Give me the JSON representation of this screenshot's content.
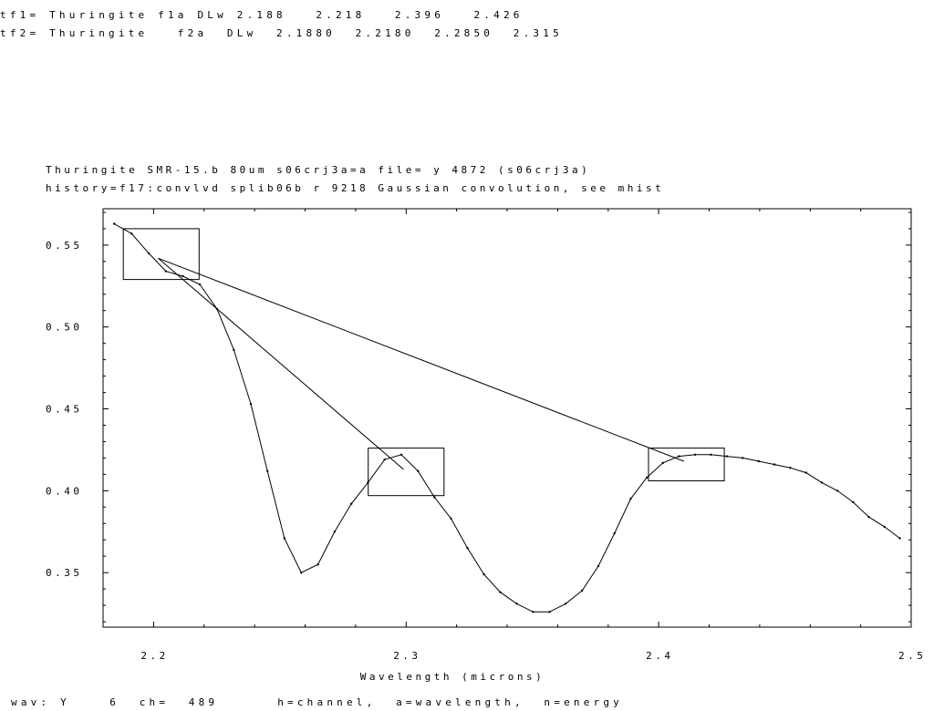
{
  "header": {
    "tf1": "tf1= Thuringite f1a DLw 2.188   2.218   2.396   2.426",
    "tf2": "tf2= Thuringite   f2a  DLw  2.1880  2.2180  2.2850  2.315"
  },
  "title_lines": [
    "Thuringite SMR-15.b 80um s06crj3a=a        file= y    4872 (s06crj3a)",
    "history=f17:convlvd splib06b r  9218 Gaussian convolution, see mhist"
  ],
  "status_line": "wav: Y    6  ch=  489      h=channel,  a=wavelength,  n=energy",
  "chart_data": {
    "type": "line",
    "title": "Thuringite SMR-15.b 80um s06crj3a=a        file= y    4872 (s06crj3a)",
    "subtitle": "history=f17:convlvd splib06b r  9218 Gaussian convolution, see mhist",
    "xlabel": "Wavelength (microns)",
    "ylabel": "",
    "xlim": [
      2.18,
      2.5
    ],
    "ylim": [
      0.3167,
      0.5722
    ],
    "x_ticks": [
      2.2,
      2.3,
      2.4,
      2.5
    ],
    "x_tick_labels": [
      "2.2",
      "2.3",
      "2.4",
      "2.5"
    ],
    "y_ticks": [
      0.35,
      0.4,
      0.45,
      0.5,
      0.55
    ],
    "y_tick_labels": [
      "0.35",
      "0.40",
      "0.45",
      "0.50",
      "0.55"
    ],
    "grid": false,
    "series": [
      {
        "x": [
          2.1844,
          2.1913,
          2.1981,
          2.2049,
          2.2116,
          2.2183,
          2.2251,
          2.2318,
          2.2385,
          2.2451,
          2.2518,
          2.2585,
          2.2651,
          2.2717,
          2.2783,
          2.2849,
          2.2915,
          2.2981,
          2.3047,
          2.3112,
          2.3178,
          2.3243,
          2.3308,
          2.3373,
          2.3438,
          2.3503,
          2.3568,
          2.3632,
          2.3697,
          2.3761,
          2.3825,
          2.3889,
          2.3953,
          2.4017,
          2.408,
          2.4144,
          2.4207,
          2.427,
          2.4333,
          2.4396,
          2.4459,
          2.4521,
          2.4584,
          2.4646,
          2.4708,
          2.477,
          2.4832,
          2.4894,
          2.4955
        ],
        "y": [
          0.563,
          0.557,
          0.545,
          0.534,
          0.531,
          0.526,
          0.511,
          0.486,
          0.453,
          0.412,
          0.371,
          0.35,
          0.355,
          0.375,
          0.392,
          0.405,
          0.419,
          0.422,
          0.412,
          0.396,
          0.383,
          0.365,
          0.349,
          0.338,
          0.331,
          0.326,
          0.326,
          0.331,
          0.339,
          0.354,
          0.374,
          0.395,
          0.408,
          0.417,
          0.421,
          0.422,
          0.422,
          0.421,
          0.42,
          0.418,
          0.416,
          0.414,
          0.411,
          0.405,
          0.4,
          0.393,
          0.384,
          0.378,
          0.371
        ]
      }
    ],
    "continuum_lines": [
      {
        "x": [
          2.2018,
          2.299
        ],
        "y": [
          0.542,
          0.413
        ]
      },
      {
        "x": [
          2.2018,
          2.41
        ],
        "y": [
          0.542,
          0.418
        ]
      }
    ],
    "feature_boxes": [
      {
        "x": [
          2.188,
          2.218
        ],
        "y": [
          0.529,
          0.56
        ]
      },
      {
        "x": [
          2.285,
          2.315
        ],
        "y": [
          0.397,
          0.426
        ]
      },
      {
        "x": [
          2.396,
          2.426
        ],
        "y": [
          0.406,
          0.426
        ]
      }
    ]
  }
}
